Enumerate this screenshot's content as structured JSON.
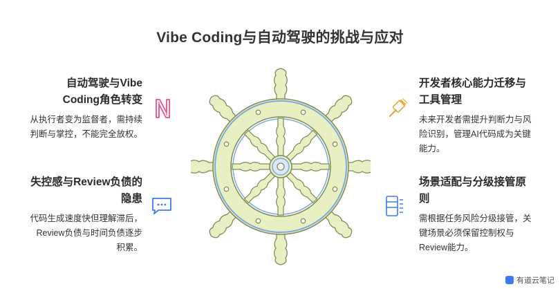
{
  "title": "Vibe Coding与自动驾驶的挑战与应对",
  "top_left": {
    "heading_line1": "自动驾驶与Vibe",
    "heading_line2": "Coding角色转变",
    "text_line1": "从执行者变为监督者，需持续",
    "text_line2": "判断与掌控，不能完全放权。"
  },
  "bottom_left": {
    "heading_line1": "失控感与Review负债的",
    "heading_line2": "隐患",
    "text_line1": "代码生成速度快但理解滞后，",
    "text_line2": "Review负债与时间负债逐步",
    "text_line3": "积累。"
  },
  "top_right": {
    "heading_line1": "开发者核心能力迁移与",
    "heading_line2": "工具管理",
    "text_line1": "未来开发者需提升判断力与风",
    "text_line2": "险识别，管理AI代码成为关键",
    "text_line3": "能力。"
  },
  "bottom_right": {
    "heading_line1": "场景适配与分级接管原",
    "heading_line2": "则",
    "text_line1": "需根据任务风险分级接管，关",
    "text_line2": "键场景必须保留控制权与",
    "text_line3": "Review能力。"
  },
  "badge": {
    "label": "有道云笔记"
  },
  "colors": {
    "wheel_fill": "#e8efc0",
    "wheel_stroke": "#7d8a55",
    "ring_blue": "#7aa9e3",
    "icon_pink": "#ef4f8c",
    "icon_blue": "#3a7bfd",
    "icon_amber": "#e8a936"
  },
  "icons": [
    "notion-n-icon",
    "chat-bubble-icon",
    "brush-icon",
    "server-icon"
  ]
}
